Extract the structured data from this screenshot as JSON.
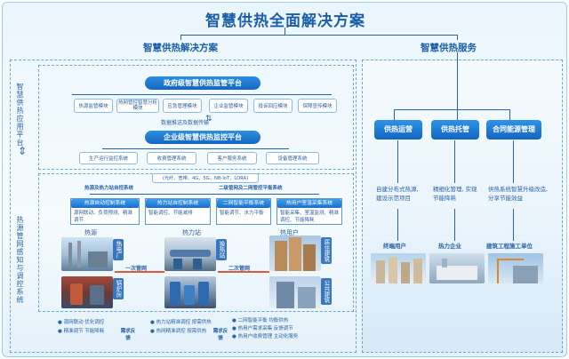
{
  "title": "智慧供热全面解决方案",
  "left_heading": "智慧供热解决方案",
  "right_heading": "智慧供热服务",
  "left_vertical_top": "智慧供热应用平台",
  "left_vertical_bottom": "热源管网感知与调控系统",
  "gov_platform": {
    "title": "政府级智慧供热监管平台",
    "modules": [
      "热源监管模块",
      "热网管控智慧分析模块",
      "应急管理模块",
      "企业监管模块",
      "投诉回应模块",
      "保障宣传模块"
    ]
  },
  "data_exchange_label": "数据推送及数据传输",
  "ent_platform": {
    "title": "企业级智慧供热监控平台",
    "modules": [
      "生产运行监控系统",
      "收费管理系统",
      "客户服务系统",
      "设备管理系统"
    ]
  },
  "network_box": "(光纤、宽带、4G、5G、NB-IoT、LORA)",
  "control_systems": [
    "热源及热力站自控系统",
    "二级管网及二网管控平衡系统"
  ],
  "sub_systems": [
    {
      "title": "热源自动控制系统",
      "desc": "源网联动、负荷预测、精准调节"
    },
    {
      "title": "热力站自控制系统",
      "desc": "智能调控、节能减排"
    },
    {
      "title": "二网智能平衡系统",
      "desc": "智能调节、水力平衡"
    },
    {
      "title": "热用户室温采集系统",
      "desc": "智能采集、室温监测、精准调控、节能降耗"
    }
  ],
  "zones": {
    "source": "热源",
    "station": "热力站",
    "user": "热用户"
  },
  "image_labels": {
    "heat_plant": "热电厂",
    "boiler_room": "锅炉房",
    "station": "换热站",
    "residential": "居住建筑",
    "public": "公共建筑"
  },
  "pipes": {
    "primary": "一次管网",
    "secondary": "二次管网"
  },
  "bottom": {
    "col1": [
      "源网联动  优化调控",
      "精准调节  节能降耗"
    ],
    "col2": [
      "热力站精准调控  按需供热",
      "热网精准调控  按需供热"
    ],
    "col3": [
      "二网智能平衡  均衡供热",
      "热用户需求采集  反馈调节",
      "热用户收费管理  主动化服务"
    ],
    "tags": [
      "需求反馈",
      "需求反馈"
    ]
  },
  "services": [
    {
      "title": "供热运营",
      "desc": "自建分布式热源, 建设示范项目"
    },
    {
      "title": "供热托管",
      "desc": "精细化管理, 实现节能降耗"
    },
    {
      "title": "合同能源管理",
      "desc": "供热系统智慧升级改造, 分享节能效益"
    }
  ],
  "customers": [
    "终端用户",
    "热力企业",
    "建筑工程施工单位"
  ],
  "colors": {
    "accent": "#1b5ea8",
    "bar": "#1565c0",
    "border": "#6fa5d6"
  }
}
